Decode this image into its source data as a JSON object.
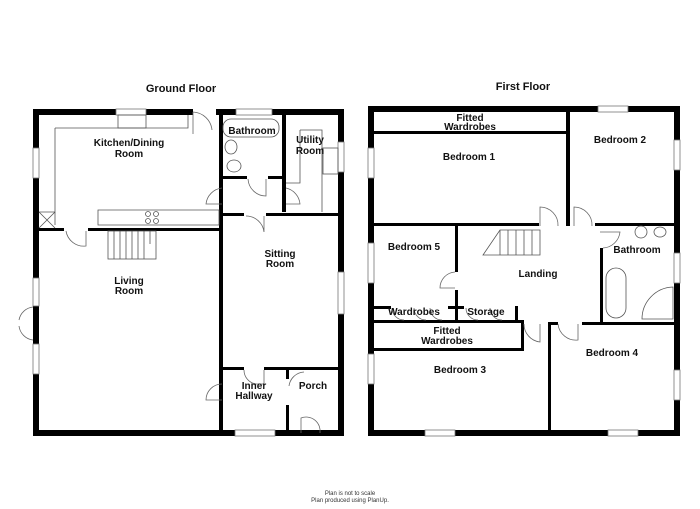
{
  "ground_floor": {
    "title": "Ground Floor",
    "rooms": {
      "kitchen_line1": "Kitchen/Dining",
      "kitchen_line2": "Room",
      "bathroom": "Bathroom",
      "utility_line1": "Utility",
      "utility_line2": "Room",
      "living_line1": "Living",
      "living_line2": "Room",
      "sitting_line1": "Sitting",
      "sitting_line2": "Room",
      "inner_line1": "Inner",
      "inner_line2": "Hallway",
      "porch": "Porch"
    }
  },
  "first_floor": {
    "title": "First Floor",
    "rooms": {
      "fitted_top_line1": "Fitted",
      "fitted_top_line2": "Wardrobes",
      "bedroom1": "Bedroom 1",
      "bedroom2": "Bedroom 2",
      "bedroom5": "Bedroom 5",
      "landing": "Landing",
      "bathroom": "Bathroom",
      "wardrobes": "Wardrobes",
      "storage": "Storage",
      "fitted_bottom_line1": "Fitted",
      "fitted_bottom_line2": "Wardrobes",
      "bedroom3": "Bedroom 3",
      "bedroom4": "Bedroom 4"
    }
  },
  "footer": {
    "line1": "Plan is not to scale",
    "line2": "Plan produced using PlanUp."
  }
}
